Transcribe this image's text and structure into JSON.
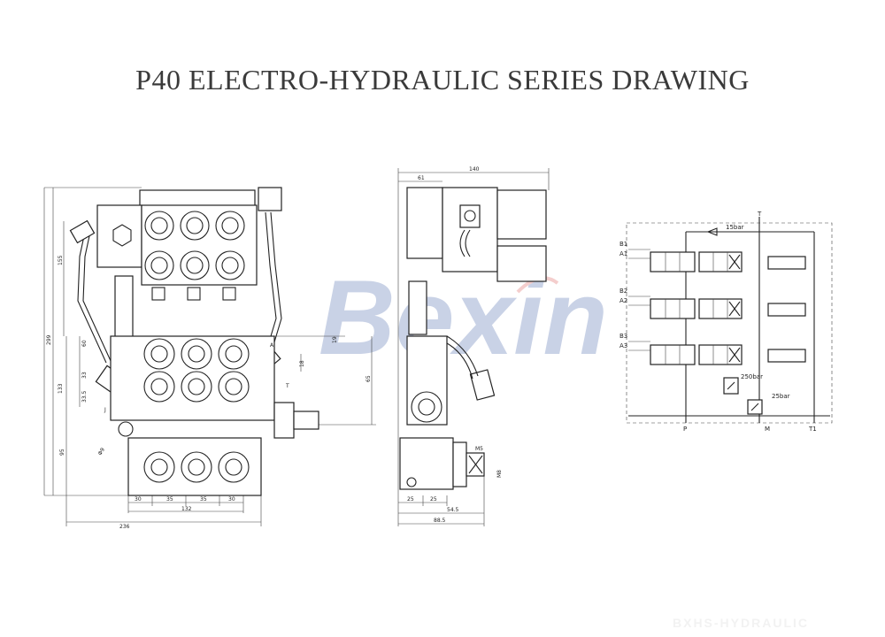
{
  "title": "P40 ELECTRO-HYDRAULIC SERIES DRAWING",
  "footer": "BXHS-HYDRAULIC",
  "watermark": {
    "text": "Bexin",
    "color": "#3f5fa8",
    "accent": "#d9534f"
  },
  "front_view": {
    "dims": {
      "overall_width": "236",
      "bottom_width": "132",
      "spacing": [
        "30",
        "35",
        "35",
        "30"
      ],
      "height": "299",
      "mid_height": "133",
      "section_a": "60",
      "section_b": "33",
      "section_c": "33.5",
      "lower_left": "95",
      "upper_left": "155",
      "right_height": "65",
      "right_small": "19",
      "right_mid": "18",
      "hole": "Φ9",
      "port_a": "A",
      "port_t": "T",
      "port_j": "J"
    }
  },
  "side_view": {
    "dims": {
      "top_width": "140",
      "top_offset": "61",
      "bottom_total": "88.5",
      "bottom_mid": "54.5",
      "left_a": "25",
      "left_b": "25",
      "thread_a": "M5",
      "thread_b": "M8"
    }
  },
  "schematic": {
    "labels": {
      "tank": "T",
      "pressure": "P",
      "m": "M",
      "t1": "T1",
      "relief_main": "15bar",
      "relief_high": "250bar",
      "relief_low": "25bar",
      "b1": "B1",
      "a1": "A1",
      "b2": "B2",
      "a2": "A2",
      "b3": "B3",
      "a3": "A3"
    }
  }
}
